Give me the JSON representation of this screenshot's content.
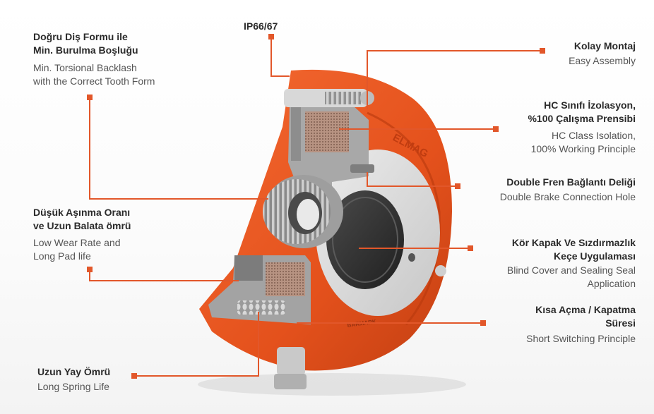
{
  "accent_color": "#e8541f",
  "line_color": "#e2572a",
  "callouts": {
    "ip_rating": {
      "tr": "IP66/67"
    },
    "tooth_form": {
      "tr_l1": "Doğru Diş Formu ile",
      "tr_l2": "Min. Burulma Boşluğu",
      "en_l1": "Min. Torsional Backlash",
      "en_l2": "with the Correct Tooth Form"
    },
    "assembly": {
      "tr_l1": "Kolay Montaj",
      "en_l1": "Easy Assembly"
    },
    "isolation": {
      "tr_l1": "HC Sınıfı İzolasyon,",
      "tr_l2": "%100 Çalışma Prensibi",
      "en_l1": "HC Class Isolation,",
      "en_l2": "100% Working Principle"
    },
    "brake_hole": {
      "tr_l1": "Double Fren Bağlantı Deliği",
      "en_l1": "Double Brake Connection Hole"
    },
    "wear_rate": {
      "tr_l1": "Düşük Aşınma Oranı",
      "tr_l2": "ve Uzun Balata ömrü",
      "en_l1": "Low Wear Rate and",
      "en_l2": "Long Pad life"
    },
    "blind_cover": {
      "tr_l1": "Kör Kapak Ve Sızdırmazlık",
      "tr_l2": "Keçe Uygulaması",
      "en_l1": "Blind Cover and Sealing Seal",
      "en_l2": "Application"
    },
    "switching": {
      "tr_l1": "Kısa Açma / Kapatma",
      "tr_l2": "Süresi",
      "en_l1": "Short Switching Principle"
    },
    "spring": {
      "tr_l1": "Uzun Yay Ömrü",
      "en_l1": "Long Spring Life"
    }
  },
  "product": {
    "housing_mark": "ELMAG",
    "label_mark": "BARMARK"
  }
}
